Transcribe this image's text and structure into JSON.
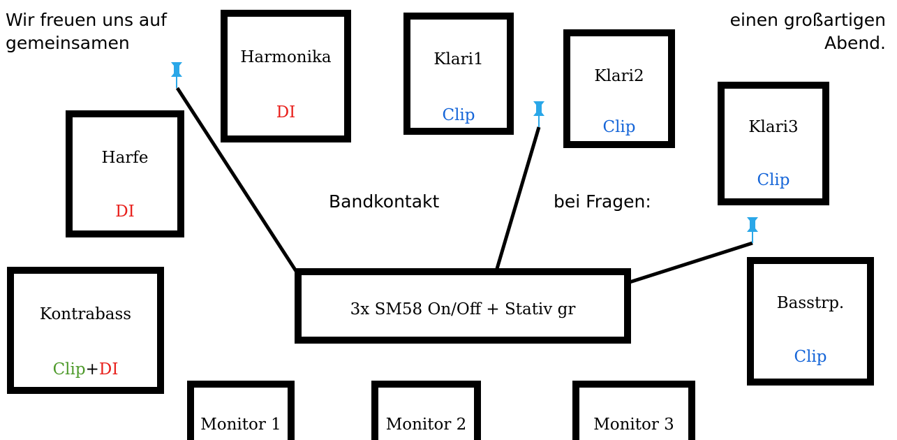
{
  "notes": {
    "top_left_line1": "Wir freuen uns auf",
    "top_left_line2": "gemeinsamen",
    "top_right_line1": "einen großartigen",
    "top_right_line2": "Abend.",
    "center_left": "Bandkontakt",
    "center_right": "bei Fragen:"
  },
  "colors": {
    "di": "#e8201c",
    "clip": "#1565d8",
    "clip_green": "#4e9a2b",
    "pin": "#2aa7e8"
  },
  "instruments": {
    "harmonika": {
      "name": "Harmonika",
      "conn": "DI"
    },
    "klari1": {
      "name": "Klari1",
      "conn": "Clip"
    },
    "klari2": {
      "name": "Klari2",
      "conn": "Clip"
    },
    "klari3": {
      "name": "Klari3",
      "conn": "Clip"
    },
    "harfe": {
      "name": "Harfe",
      "conn": "DI"
    },
    "kontrabass": {
      "name": "Kontrabass",
      "conn_clip": "Clip",
      "conn_plus": "+",
      "conn_di": "DI"
    },
    "basstrp": {
      "name": "Basstrp.",
      "conn": "Clip"
    }
  },
  "mic_station": {
    "label": "3x SM58 On/Off + Stativ gr"
  },
  "monitors": {
    "m1": "Monitor 1",
    "m2": "Monitor 2",
    "m3": "Monitor 3"
  },
  "icons": {
    "pin": "pushpin-icon"
  }
}
